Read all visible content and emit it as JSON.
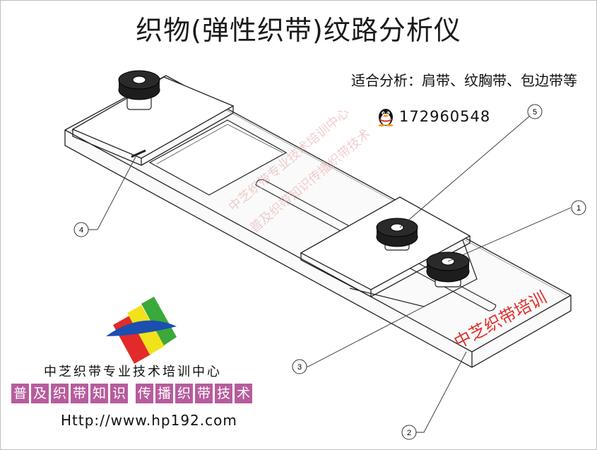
{
  "title": "织物(弹性织带)纹路分析仪",
  "subtitle": "适合分析：肩带、纹胸带、包边带等",
  "qq": {
    "icon": "qq-penguin-icon",
    "number": "172960548"
  },
  "device_label": "中芝织带培训",
  "callouts": [
    "1",
    "2",
    "3",
    "4",
    "5"
  ],
  "watermark": [
    "中芝织带专业技术培训中心",
    "普及织带知识传播织带技术"
  ],
  "org_name": "中芝织带专业技术培训中心",
  "slogan_part1": "普及织带知识",
  "slogan_part2": "传播织带技术",
  "url": "Http://www.hp192.com",
  "colors": {
    "slogan_bg": "#b65d9c",
    "device_label": "#e0302c",
    "logo_red": "#e22a2a",
    "logo_yellow": "#f2e21c",
    "logo_green": "#3aa83a",
    "logo_blue": "#1b4fb0"
  }
}
